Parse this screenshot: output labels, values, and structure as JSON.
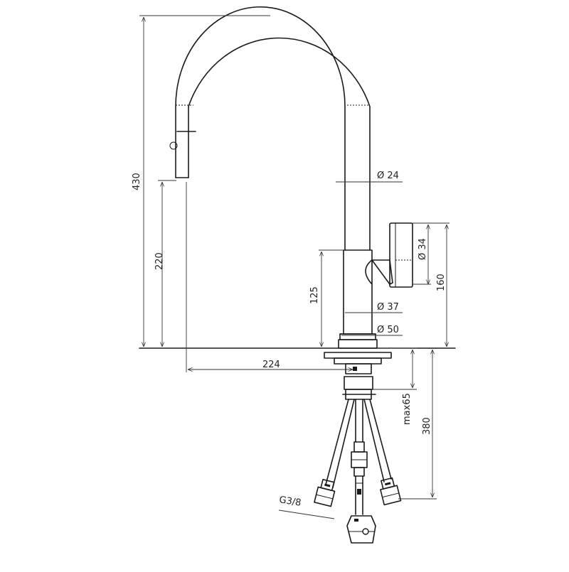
{
  "dimensions": {
    "total_height": "430",
    "spout_height": "220",
    "body_height": "125",
    "lever_height": "160",
    "spout_reach": "224",
    "hose_length": "380",
    "max_thickness": "max65",
    "spout_diameter": "Ø 24",
    "lever_diameter": "Ø 34",
    "body_diameter": "Ø 37",
    "base_diameter": "Ø 50",
    "thread": "G3/8"
  },
  "colors": {
    "line": "#1a1a1a",
    "background": "#ffffff"
  }
}
